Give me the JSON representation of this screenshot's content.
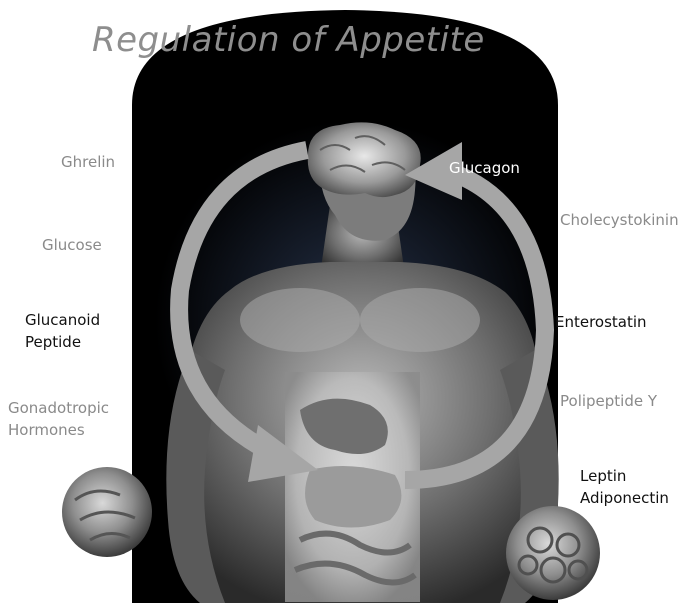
{
  "title": "Regulation of Appetite",
  "labels": {
    "ghrelin": "Ghrelin",
    "glucose": "Glucose",
    "glucanoid_line1": "Glucanoid",
    "glucanoid_line2": "Peptide",
    "gonadotropic_line1": "Gonadotropic",
    "gonadotropic_line2": "Hormones",
    "glucagon": "Glucagon",
    "cholecystokinin": "Cholecystokinin",
    "enterostatin": "Enterostatin",
    "polipeptide": "Polipeptide  Y",
    "leptin_line1": "Leptin",
    "leptin_line2": "Adiponectin"
  },
  "colors": {
    "background": "#ffffff",
    "panel": "#000000",
    "arrow": "#a6a6a6",
    "grey_text": "#8a8a8a",
    "dark_text": "#111111",
    "white_text": "#ffffff"
  }
}
